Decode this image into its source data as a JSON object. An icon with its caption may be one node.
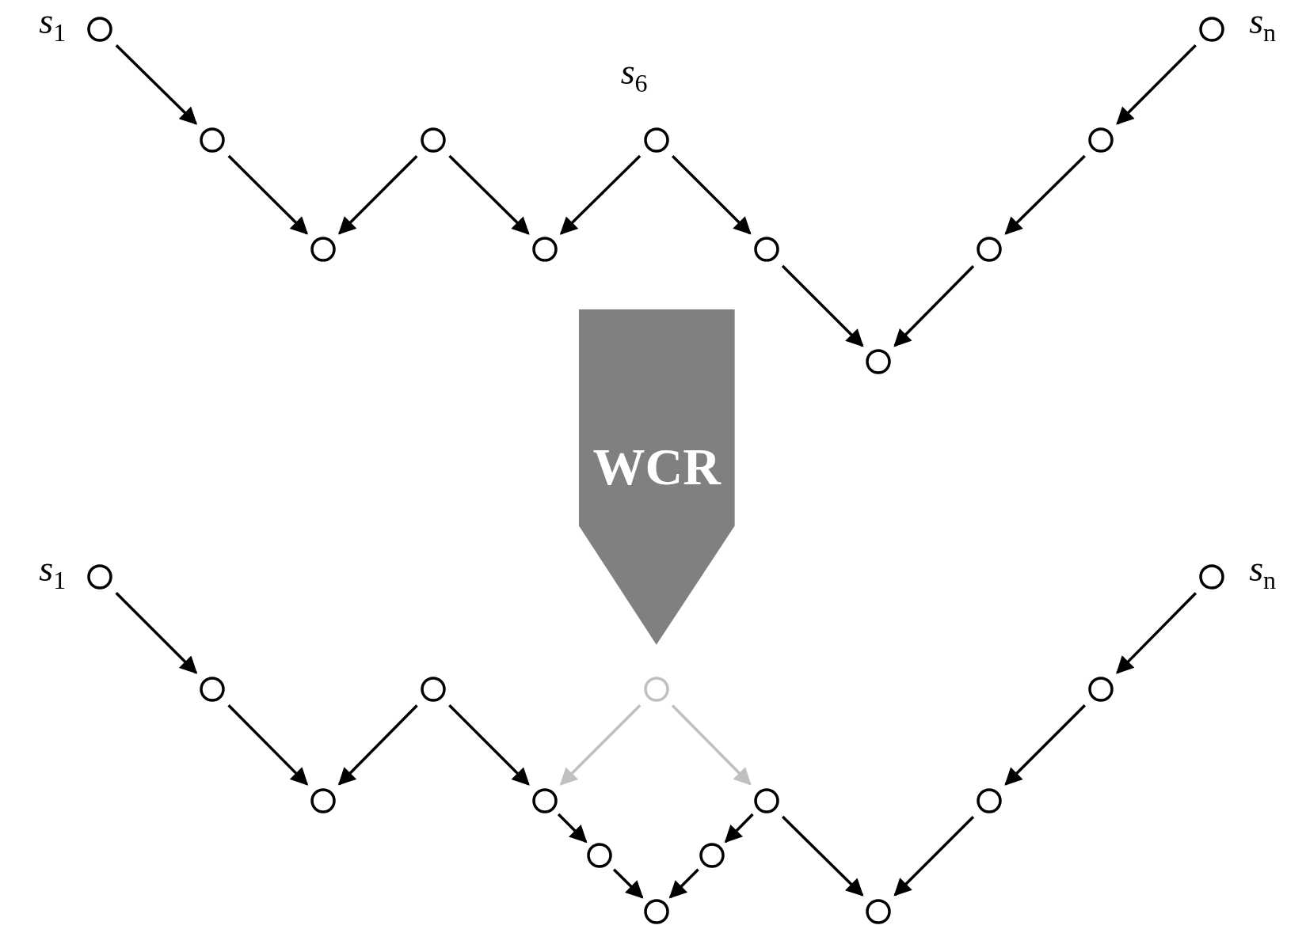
{
  "diagram": {
    "nodes": [
      {
        "text": [],
        "shape": "circle",
        "beside": [
          "*s*$_{1}$"
        ]
      },
      {
        "text": [],
        "shape": "circle",
        "beside": [
          "*s*$_{n}$"
        ]
      },
      {
        "text": [],
        "shape": "circle"
      },
      {
        "text": [],
        "shape": "circle"
      },
      {
        "text": [],
        "shape": "circle",
        "beside": [
          "*s*$_{6}$"
        ]
      },
      {
        "text": [],
        "shape": "circle"
      },
      {
        "text": [],
        "shape": "circle"
      },
      {
        "text": [],
        "shape": "circle"
      },
      {
        "text": [],
        "shape": "circle"
      },
      {
        "text": [],
        "shape": "circle"
      },
      {
        "text": [],
        "shape": "circle"
      },
      {
        "text": [
          "WCR"
        ]
      },
      {
        "text": [],
        "shape": "circle",
        "beside": [
          "*s*$_{1}$"
        ]
      },
      {
        "text": [],
        "shape": "circle",
        "beside": [
          "*s*$_{n}$"
        ]
      },
      {
        "text": [],
        "shape": "circle"
      },
      {
        "text": [],
        "shape": "circle"
      },
      {
        "text": [],
        "shape": "circle"
      },
      {
        "text": [],
        "shape": "circle"
      },
      {
        "text": [],
        "shape": "circle"
      },
      {
        "text": [],
        "shape": "circle"
      },
      {
        "text": [],
        "shape": "circle"
      },
      {
        "text": [],
        "shape": "circle"
      },
      {
        "text": [],
        "shape": "circle"
      },
      {
        "text": [],
        "shape": "circle"
      },
      {
        "text": [],
        "shape": "circle"
      },
      {
        "text": [],
        "shape": "circle"
      }
    ],
    "edges": [
      {
        "from": 0,
        "to": 2,
        "arrow": "to"
      },
      {
        "from": 2,
        "to": 6,
        "arrow": "to"
      },
      {
        "from": 3,
        "to": 6,
        "arrow": "to"
      },
      {
        "from": 3,
        "to": 7,
        "arrow": "to"
      },
      {
        "from": 4,
        "to": 7,
        "arrow": "to"
      },
      {
        "from": 4,
        "to": 8,
        "arrow": "to"
      },
      {
        "from": 8,
        "to": 10,
        "arrow": "to"
      },
      {
        "from": 1,
        "to": 5,
        "arrow": "to"
      },
      {
        "from": 5,
        "to": 9,
        "arrow": "to"
      },
      {
        "from": 9,
        "to": 10,
        "arrow": "to"
      },
      {
        "from": 12,
        "to": 14,
        "arrow": "to"
      },
      {
        "from": 14,
        "to": 18,
        "arrow": "to"
      },
      {
        "from": 15,
        "to": 18,
        "arrow": "to"
      },
      {
        "from": 15,
        "to": 19,
        "arrow": "to"
      },
      {
        "from": 16,
        "to": 19,
        "arrow": "to",
        "color": "#c0c0c0"
      },
      {
        "from": 16,
        "to": 20,
        "arrow": "to",
        "color": "#c0c0c0"
      },
      {
        "from": 19,
        "to": 22,
        "arrow": "to"
      },
      {
        "from": 22,
        "to": 24,
        "arrow": "to"
      },
      {
        "from": 20,
        "to": 23,
        "arrow": "to"
      },
      {
        "from": 23,
        "to": 24,
        "arrow": "to"
      },
      {
        "from": 20,
        "to": 25,
        "arrow": "to"
      },
      {
        "from": 13,
        "to": 17,
        "arrow": "to"
      },
      {
        "from": 17,
        "to": 21,
        "arrow": "to"
      },
      {
        "from": 21,
        "to": 25,
        "arrow": "to"
      }
    ]
  }
}
